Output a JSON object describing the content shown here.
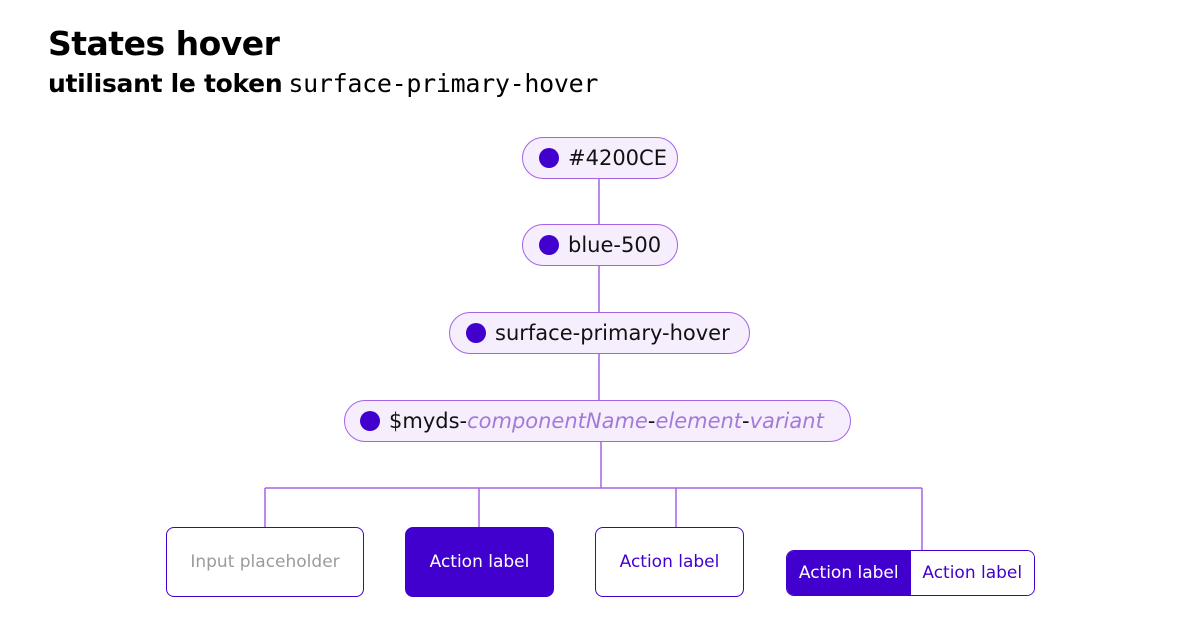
{
  "header": {
    "title": "States hover",
    "subtitle_text": "utilisant le token",
    "subtitle_code": "surface-primary-hover"
  },
  "tree": {
    "hex": "#4200CE",
    "palette": "blue-500",
    "semantic": "surface-primary-hover",
    "component_token": {
      "prefix": "$myds-",
      "part1": "componentName",
      "sep1": "-",
      "part2": "element",
      "sep2": "-",
      "part3": "variant"
    }
  },
  "components": {
    "input_placeholder": "Input placeholder",
    "button_filled": "Action label",
    "button_outline": "Action label",
    "group_left": "Action label",
    "group_right": "Action label"
  },
  "colors": {
    "primary": "#4200CE",
    "connector": "#A463E6",
    "pill_fill": "#F6EEFD",
    "muted_text": "#A47AD8"
  }
}
